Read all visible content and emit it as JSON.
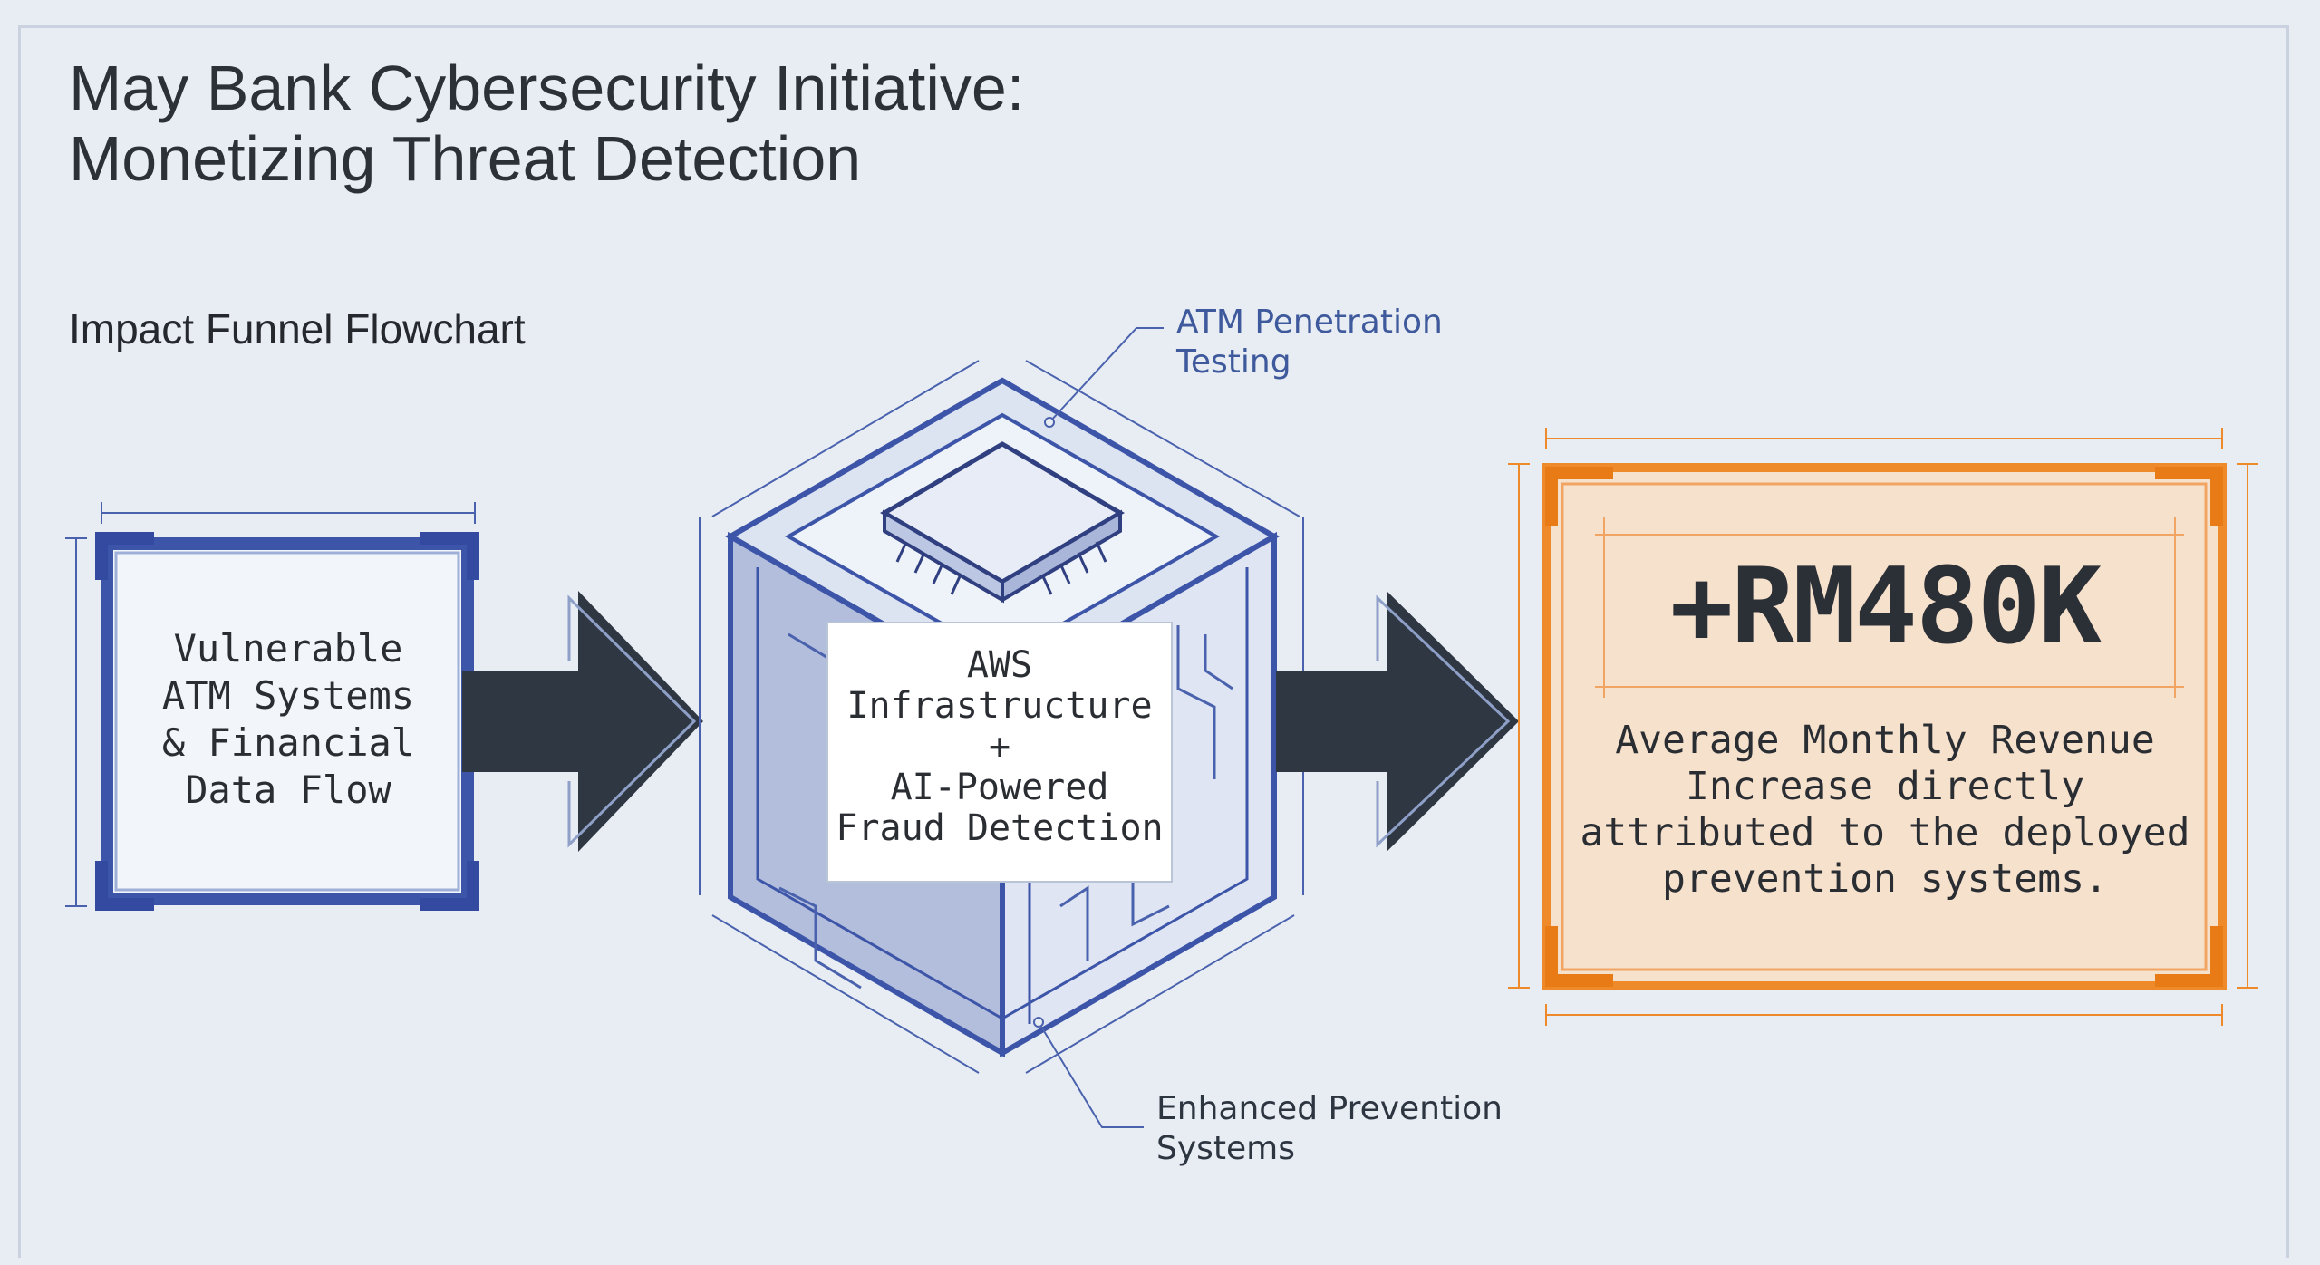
{
  "title": {
    "line1": "May Bank Cybersecurity Initiative:",
    "line2": "Monetizing Threat Detection"
  },
  "subtitle": "Impact Funnel Flowchart",
  "nodes": {
    "left": {
      "lines": [
        "Vulnerable",
        "ATM Systems",
        "& Financial",
        "Data Flow"
      ]
    },
    "center": {
      "lines": [
        "AWS",
        "Infrastructure",
        "+",
        "AI-Powered",
        "Fraud Detection"
      ]
    },
    "right": {
      "value": "+RM480K",
      "lines": [
        "Average Monthly Revenue",
        "Increase directly",
        "attributed to the deployed",
        "prevention systems."
      ]
    }
  },
  "callouts": {
    "top": [
      "ATM Penetration",
      "Testing"
    ],
    "bottom": [
      "Enhanced Prevention",
      "Systems"
    ]
  },
  "colors": {
    "background": "#e8edf4",
    "blue": "#3d55a8",
    "orange": "#ef8a2a",
    "arrow": "#2f3742",
    "result_fill": "#f6e1cc"
  }
}
